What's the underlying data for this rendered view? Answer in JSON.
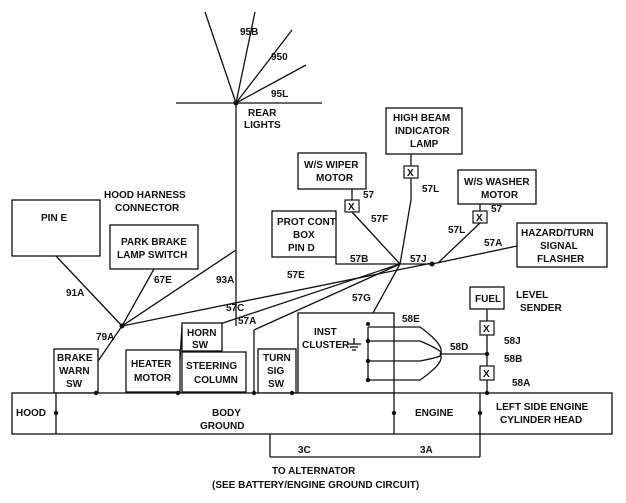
{
  "components": {
    "rear_lights": [
      "REAR",
      "LIGHTS"
    ],
    "hood_harness_connector": [
      "HOOD HARNESS",
      "CONNECTOR"
    ],
    "pin_e": "PIN E",
    "park_brake_switch": [
      "PARK BRAKE",
      "LAMP SWITCH"
    ],
    "high_beam_lamp": [
      "HIGH BEAM",
      "INDICATOR",
      "LAMP"
    ],
    "ws_wiper_motor": [
      "W/S WIPER",
      "MOTOR"
    ],
    "ws_washer_motor": [
      "W/S WASHER",
      "MOTOR"
    ],
    "prot_cont_box": [
      "PROT CONT",
      "BOX",
      "PIN D"
    ],
    "hazard_flasher": [
      "HAZARD/TURN",
      "SIGNAL",
      "FLASHER"
    ],
    "fuel_level_sender": {
      "fuel": "FUEL",
      "label": [
        "LEVEL",
        "SENDER"
      ]
    },
    "brake_warn_sw": [
      "BRAKE",
      "WARN",
      "SW"
    ],
    "horn_sw": [
      "HORN",
      "SW"
    ],
    "heater_motor": [
      "HEATER",
      "MOTOR"
    ],
    "steering_column": [
      "STEERING",
      "COLUMN"
    ],
    "turn_sig_sw": [
      "TURN",
      "SIG",
      "SW"
    ],
    "inst_cluster": [
      "INST",
      "CLUSTER"
    ],
    "hood": "HOOD",
    "body_ground": [
      "BODY",
      "GROUND"
    ],
    "engine": "ENGINE",
    "left_cylinder_head": [
      "LEFT SIDE ENGINE",
      "CYLINDER HEAD"
    ]
  },
  "wires": {
    "w95b": "95B",
    "w950": "950",
    "w95l": "95L",
    "w57_wiper": "57",
    "w57f": "57F",
    "w57l": "57L",
    "w57_washer": "57",
    "w57l_washer": "57L",
    "w57a_haz": "57A",
    "w57b": "57B",
    "w57j": "57J",
    "w57e": "57E",
    "w57g": "57G",
    "w57c": "57C",
    "w57a": "57A",
    "w93a": "93A",
    "w91a": "91A",
    "w67e": "67E",
    "w79a": "79A",
    "w58e": "58E",
    "w58d": "58D",
    "w58j": "58J",
    "w58b": "58B",
    "w58a": "58A",
    "w3c": "3C",
    "w3a": "3A"
  },
  "footer": [
    "TO ALTERNATOR",
    "(SEE BATTERY/ENGINE GROUND CIRCUIT)"
  ],
  "fuse_mark": "X"
}
